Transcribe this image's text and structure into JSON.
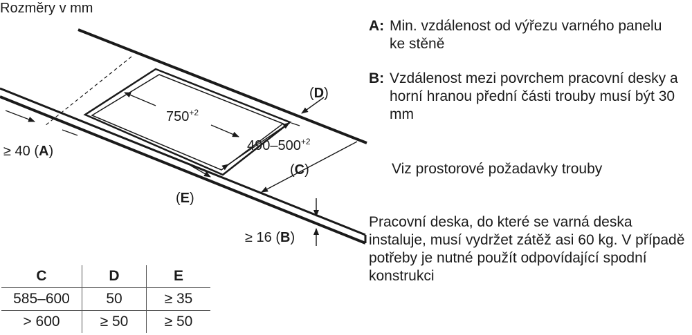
{
  "units_title": "Rozměry v mm",
  "dimensions": {
    "cutout_width": "750",
    "cutout_width_sup": "+2",
    "cutout_depth": "490–500",
    "cutout_depth_sup": "+2",
    "label_a": "≥ 40 (",
    "key_a": "A",
    "label_b": "≥ 16 (",
    "key_b": "B",
    "label_c_key": "C",
    "label_d_key": "D",
    "label_e_key": "E",
    "close_paren": ")",
    "open_paren": "("
  },
  "legend": {
    "a_key": "A:",
    "a_text": "Min. vzdálenost od výřezu varného panelu ke stěně",
    "b_key": "B:",
    "b_text": "Vzdálenost mezi povrchem pracovní desky a horní hranou přední části trouby musí být 30 mm",
    "see_text": "Viz prostorové požadavky trouby",
    "note_text": "Pracovní deska, do které se varná deska instaluje, musí vydržet zátěž asi 60 kg. V případě potřeby je nutné použít odpovídající spodní konstrukci"
  },
  "table": {
    "headers": [
      "C",
      "D",
      "E"
    ],
    "rows": [
      [
        "585–600",
        "50",
        "≥ 35"
      ],
      [
        "> 600",
        "≥ 50",
        "≥ 50"
      ]
    ]
  }
}
